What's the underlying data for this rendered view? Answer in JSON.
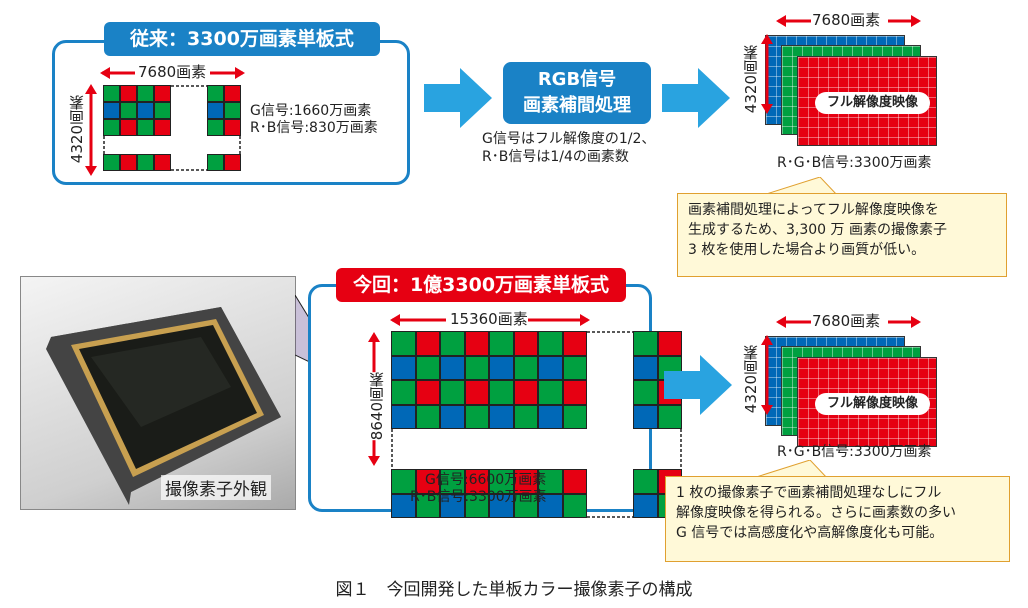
{
  "conventional": {
    "title": "従来：3300万画素単板式",
    "width_label": "7680画素",
    "height_label": "4320画素",
    "g_signal": "G信号:1660万画素",
    "rb_signal": "R･B信号:830万画素"
  },
  "process": {
    "title_line1": "RGB信号",
    "title_line2": "画素補間処理",
    "note_line1": "G信号はフル解像度の1/2、",
    "note_line2": "R･B信号は1/4の画素数"
  },
  "output_top": {
    "width_label": "7680画素",
    "height_label": "4320画素",
    "full_label": "フル解像度映像",
    "signal": "R･G･B信号:3300万画素"
  },
  "callout_top": {
    "lines": [
      "画素補間処理によってフル解像度映像を",
      "生成するため、3,300 万 画素の撮像素子",
      "3 枚を使用した場合より画質が低い。"
    ]
  },
  "photo": {
    "caption": "撮像素子外観"
  },
  "new": {
    "title": "今回：1億3300万画素単板式",
    "width_label": "15360画素",
    "height_label": "8640画素",
    "g_signal": "G信号:6600万画素",
    "rb_signal": "R･B信号:3300万画素"
  },
  "output_bottom": {
    "width_label": "7680画素",
    "height_label": "4320画素",
    "full_label": "フル解像度映像",
    "signal": "R･G･B信号:3300万画素"
  },
  "callout_bottom": {
    "lines": [
      "1 枚の撮像素子で画素補間処理なしにフル",
      "解像度映像を得られる。さらに画素数の多い",
      "G 信号では高感度化や高解像度化も可能。"
    ]
  },
  "figure_caption": "図１　今回開発した単板カラー撮像素子の構成",
  "colors": {
    "blue": "#1a82c6",
    "red": "#e60012",
    "green": "#00a040",
    "bayer_blue": "#0068b7",
    "arrow": "#29a3e0"
  }
}
